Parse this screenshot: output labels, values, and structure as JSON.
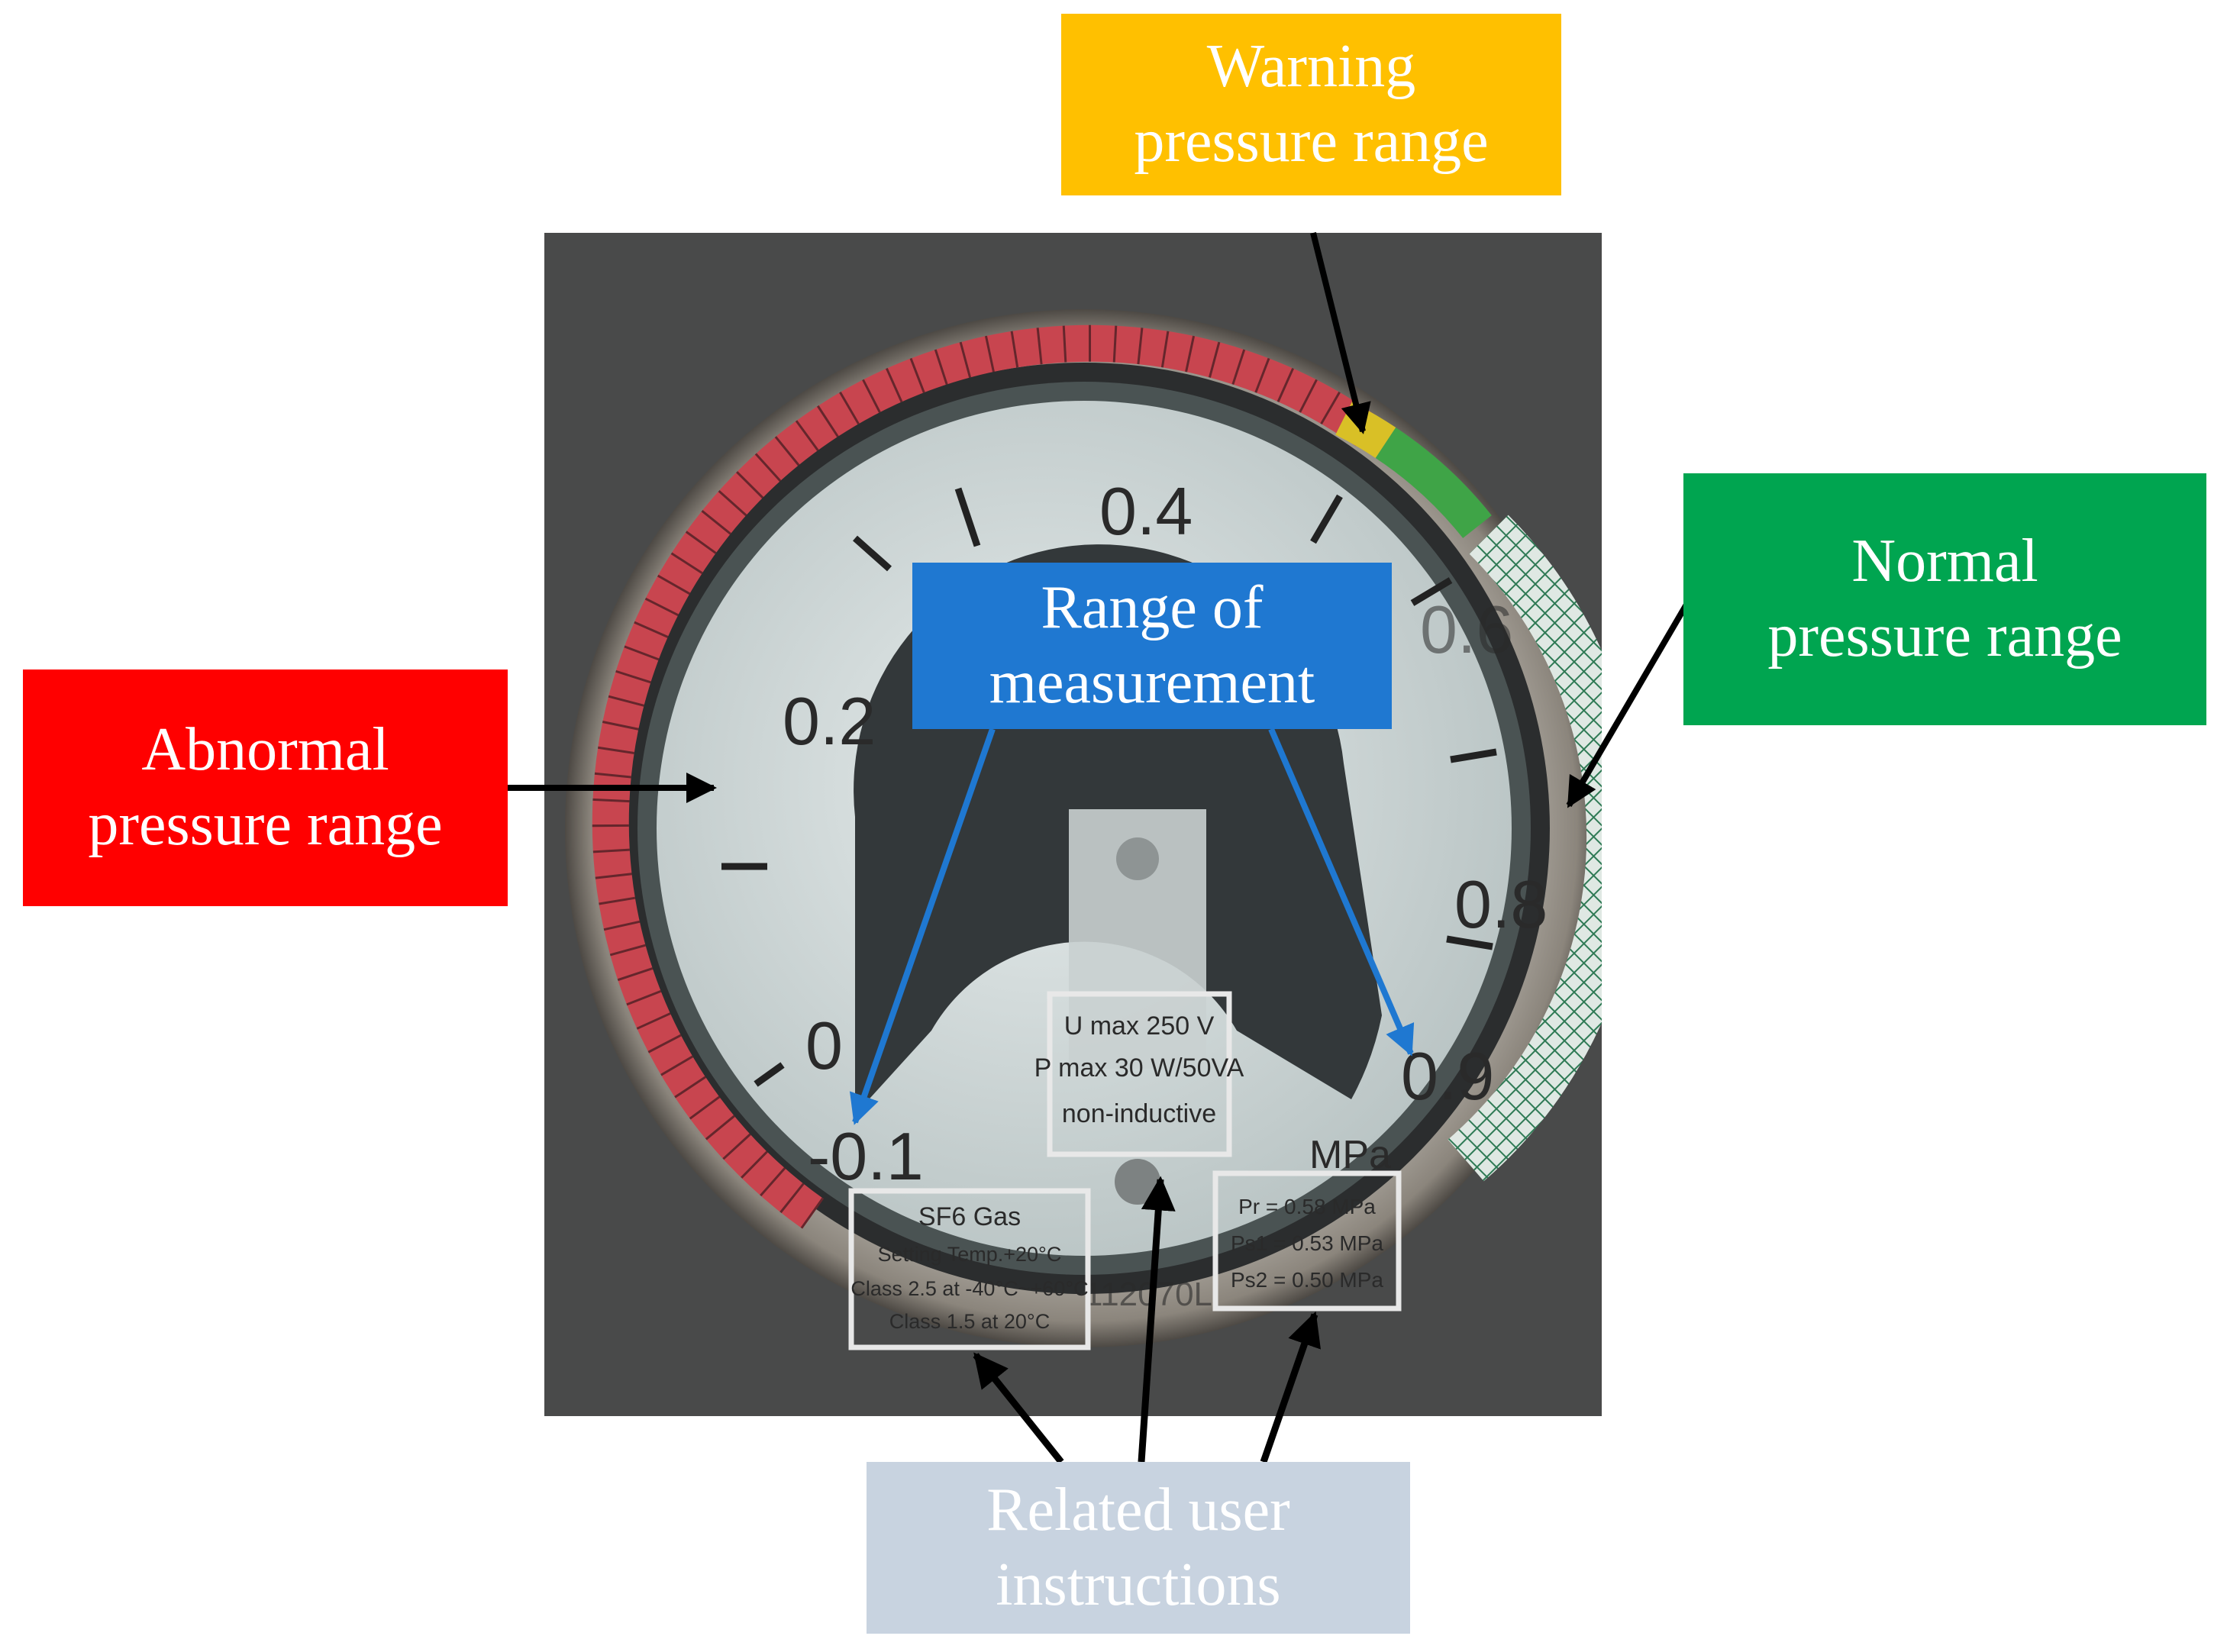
{
  "labels": {
    "warning": {
      "line1": "Warning",
      "line2": "pressure range",
      "color": "#ffc000"
    },
    "abnormal": {
      "line1": "Abnormal",
      "line2": "pressure range",
      "color": "#ff0000"
    },
    "normal": {
      "line1": "Normal",
      "line2": "pressure range",
      "color": "#00a550"
    },
    "measurement": {
      "line1": "Range of",
      "line2": "measurement",
      "color": "#1f78d1"
    },
    "instructions": {
      "line1": "Related user",
      "line2": "instructions",
      "color": "#c8d3e0"
    }
  },
  "gauge": {
    "ticks": [
      "-0.1",
      "0",
      "0.2",
      "0.4",
      "0.6",
      "0.8",
      "0.9"
    ],
    "unit": "MPa",
    "serial": "112070L",
    "plate_center": {
      "line1": "U max 250 V",
      "line2": "P max 30 W/50VA",
      "line3": "non-inductive"
    },
    "plate_left": {
      "line1": "SF6 Gas",
      "line2": "Setting Temp.+20°C",
      "line3": "Class 2.5 at -40°C~+60°C",
      "line4": "Class 1.5 at 20°C"
    },
    "plate_right": {
      "line1": "Pr = 0.58 MPa",
      "line2": "Ps1 = 0.53 MPa",
      "line3": "Ps2 = 0.50 MPa"
    }
  },
  "colors": {
    "arrow": "#000000",
    "blue_arrow": "#1f78d1",
    "plate_border": "#e8e8e8"
  }
}
